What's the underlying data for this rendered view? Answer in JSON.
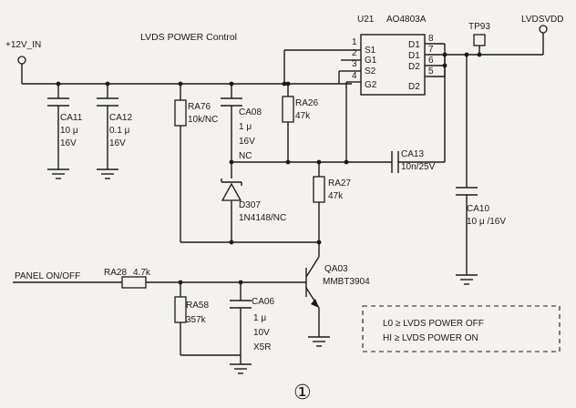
{
  "nets": {
    "vin": "+12V_IN",
    "vout": "LVDSVDD",
    "ctrl": "LVDS POWER Control",
    "panel": "PANEL ON/OFF",
    "tp": "TP93"
  },
  "ic": {
    "ref": "U21",
    "part": "AO4803A",
    "pins_left": [
      {
        "num": "1",
        "name": "S1"
      },
      {
        "num": "2",
        "name": "G1"
      },
      {
        "num": "3",
        "name": "S2"
      },
      {
        "num": "4",
        "name": "G2"
      }
    ],
    "pins_right": [
      {
        "num": "8",
        "name": "D1"
      },
      {
        "num": "7",
        "name": "D1"
      },
      {
        "num": "6",
        "name": "D2"
      },
      {
        "num": "5",
        "name": "D2"
      }
    ]
  },
  "caps": {
    "ca11": {
      "ref": "CA11",
      "val": "10 μ",
      "volt": "16V"
    },
    "ca12": {
      "ref": "CA12",
      "val": "0.1 μ",
      "volt": "16V"
    },
    "ca08": {
      "ref": "CA08",
      "val": "1 μ",
      "volt": "16V",
      "note": "NC"
    },
    "ca13": {
      "ref": "CA13",
      "val": "10n/25V"
    },
    "ca10": {
      "ref": "CA10",
      "val": "10 μ /16V"
    },
    "ca06": {
      "ref": "CA06",
      "val": "1 μ",
      "volt": "10V",
      "type": "X5R"
    }
  },
  "res": {
    "ra76": {
      "ref": "RA76",
      "val": "10k/NC"
    },
    "ra26": {
      "ref": "RA26",
      "val": "47k"
    },
    "ra27": {
      "ref": "RA27",
      "val": "47k"
    },
    "ra28": {
      "ref": "RA28",
      "val": "4.7k"
    },
    "ra58": {
      "ref": "RA58",
      "val": "357k"
    }
  },
  "diode": {
    "ref": "D307",
    "part": "1N4148/NC"
  },
  "transistor": {
    "ref": "QA03",
    "part": "MMBT3904"
  },
  "note": {
    "line1": "L0 ≥ LVDS POWER OFF",
    "line2": "HI ≥ LVDS POWER ON"
  },
  "figure_mark": "①"
}
